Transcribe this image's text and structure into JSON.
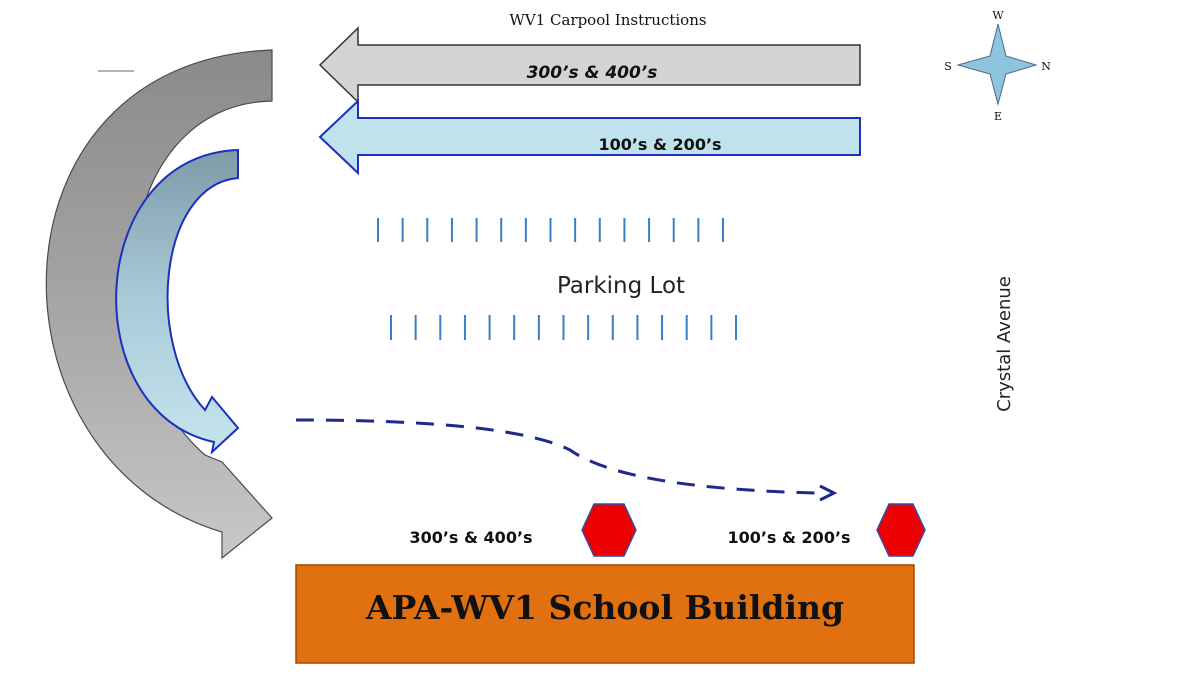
{
  "title": "WV1 Carpool Instructions",
  "compass": {
    "north": "N",
    "south": "S",
    "east": "E",
    "west": "W",
    "fill_color": "#8fc4df"
  },
  "lanes": {
    "upper_label": "300’s & 400’s",
    "lower_label": "100’s & 200’s",
    "upper_color": "#d4d4d4",
    "lower_color": "#bfe2ec"
  },
  "parking_lot": {
    "label": "Parking Lot",
    "top_row_stalls": 15,
    "bottom_row_stalls": 15,
    "stall_color": "#3a7fc4"
  },
  "street_label": "Crystal Avenue",
  "stops": {
    "left_label": "300’s & 400’s",
    "right_label": "100’s & 200’s",
    "sign_color": "#ee0000"
  },
  "building": {
    "label": "APA-WV1 School Building",
    "fill_color": "#e07010"
  },
  "path_color": "#1c2a8c"
}
